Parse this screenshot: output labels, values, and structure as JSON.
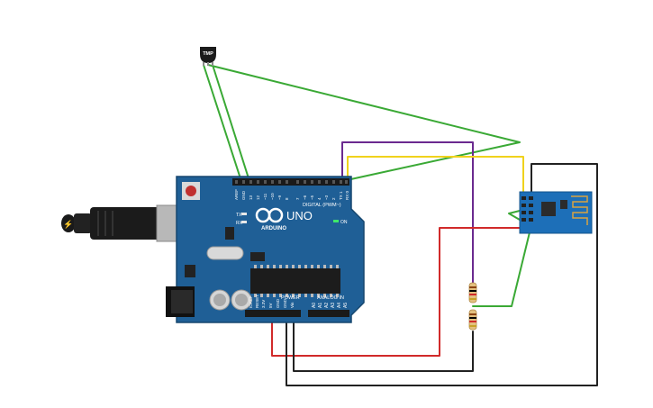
{
  "sensor": {
    "label": "TMP",
    "icon": "temperature-sensor-icon"
  },
  "arduino": {
    "brand_text": "UNO",
    "sub_text": "ARDUINO",
    "led_on": "ON",
    "led_tx": "TX",
    "led_rx": "RX",
    "header_digital": "DIGITAL (PWM~)",
    "header_power": "POWER",
    "header_analog": "ANALOG IN",
    "analog_pins": [
      "A0",
      "A1",
      "A2",
      "A3",
      "A4",
      "A5"
    ],
    "power_pins": [
      "IOREF",
      "RESET",
      "3.3V",
      "5V",
      "GND",
      "GND",
      "Vin"
    ],
    "digital_pins": [
      "AREF",
      "GND",
      "13",
      "12",
      "~11",
      "~10",
      "~9",
      "8",
      "7",
      "~6",
      "~5",
      "4",
      "~3",
      "2",
      "TX 1",
      "RX 0"
    ]
  },
  "wire_colors": {
    "green": "#3aa935",
    "purple": "#6b2a8f",
    "yellow": "#f0d21c",
    "red": "#d12a2a",
    "black": "#222222"
  },
  "board_color": "#1f5f96",
  "esp_color": "#1d6fb8"
}
